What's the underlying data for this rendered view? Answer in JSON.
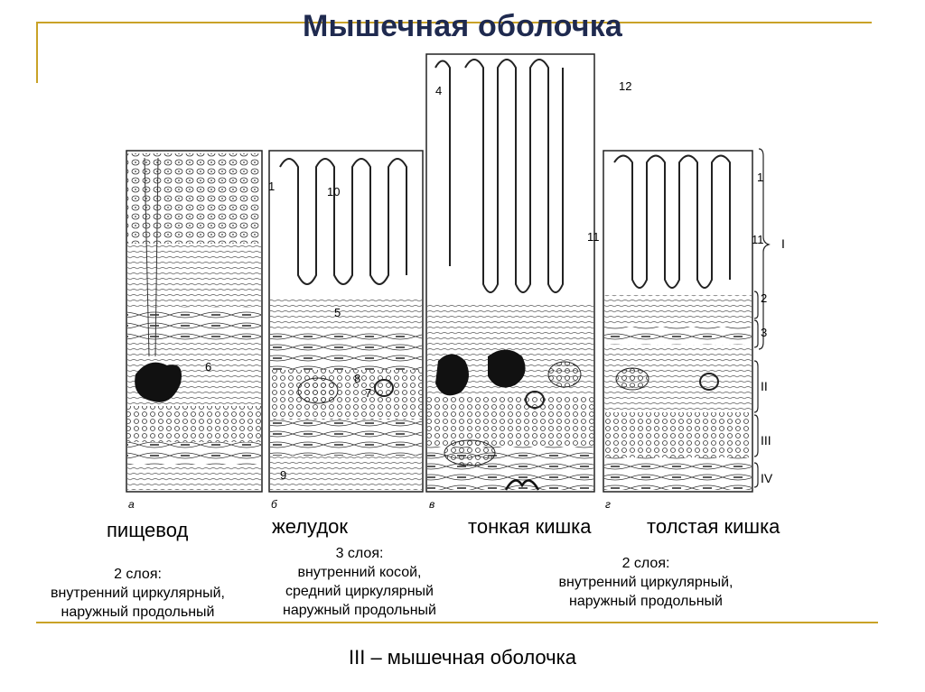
{
  "slide": {
    "title": "Мышечная оболочка",
    "footer": "III – мышечная оболочка"
  },
  "organs": [
    {
      "name": "пищевод",
      "panel_letter": "а"
    },
    {
      "name": "желудок",
      "panel_letter": "б"
    },
    {
      "name": "тонкая кишка",
      "panel_letter": "в"
    },
    {
      "name": "толстая кишка",
      "panel_letter": "г"
    }
  ],
  "descriptions": {
    "esophagus": [
      "2 слоя:",
      "внутренний циркулярный,",
      "наружный продольный"
    ],
    "stomach": [
      "3 слоя:",
      "внутренний косой,",
      "средний циркулярный",
      "наружный продольный"
    ],
    "intestines": [
      "2 слоя:",
      "внутренний циркулярный,",
      "наружный продольный"
    ]
  },
  "figure_numbers": {
    "n1": "1",
    "n2": "2",
    "n3": "3",
    "n4": "4",
    "n5": "5",
    "n6": "6",
    "n7": "7",
    "n8": "8",
    "n9": "9",
    "n10": "10",
    "n11": "11",
    "n12": "12"
  },
  "layer_labels": [
    "I",
    "II",
    "III",
    "IV"
  ],
  "colors": {
    "title": "#1f2a4f",
    "frame": "#c9a227"
  }
}
